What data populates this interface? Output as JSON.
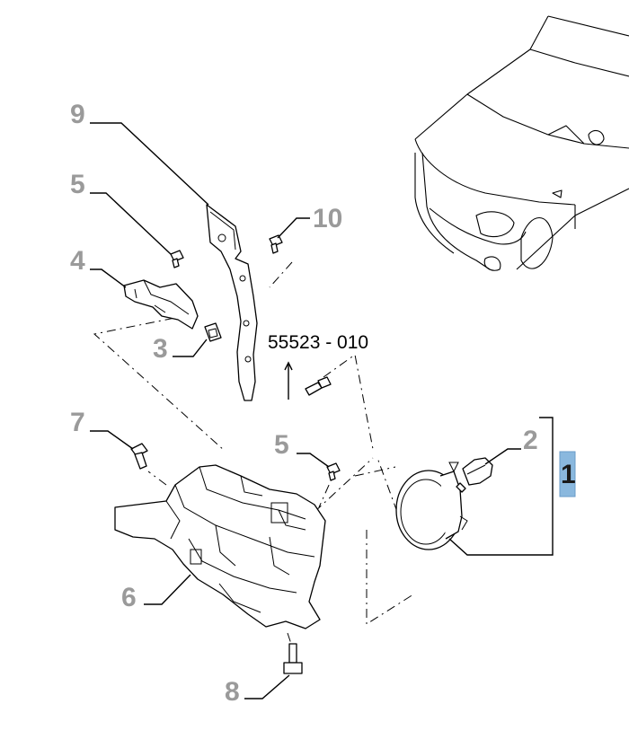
{
  "reference_code": "55523 - 010",
  "callouts": [
    {
      "id": "1",
      "label": "1",
      "selected": true
    },
    {
      "id": "2",
      "label": "2"
    },
    {
      "id": "3",
      "label": "3"
    },
    {
      "id": "4",
      "label": "4"
    },
    {
      "id": "5a",
      "label": "5"
    },
    {
      "id": "5b",
      "label": "5"
    },
    {
      "id": "6",
      "label": "6"
    },
    {
      "id": "7",
      "label": "7"
    },
    {
      "id": "8",
      "label": "8"
    },
    {
      "id": "9",
      "label": "9"
    },
    {
      "id": "10",
      "label": "10"
    }
  ],
  "colors": {
    "callout_text": "#9a9a9a",
    "selected_fill": "#8ab8de",
    "line": "#000000"
  }
}
